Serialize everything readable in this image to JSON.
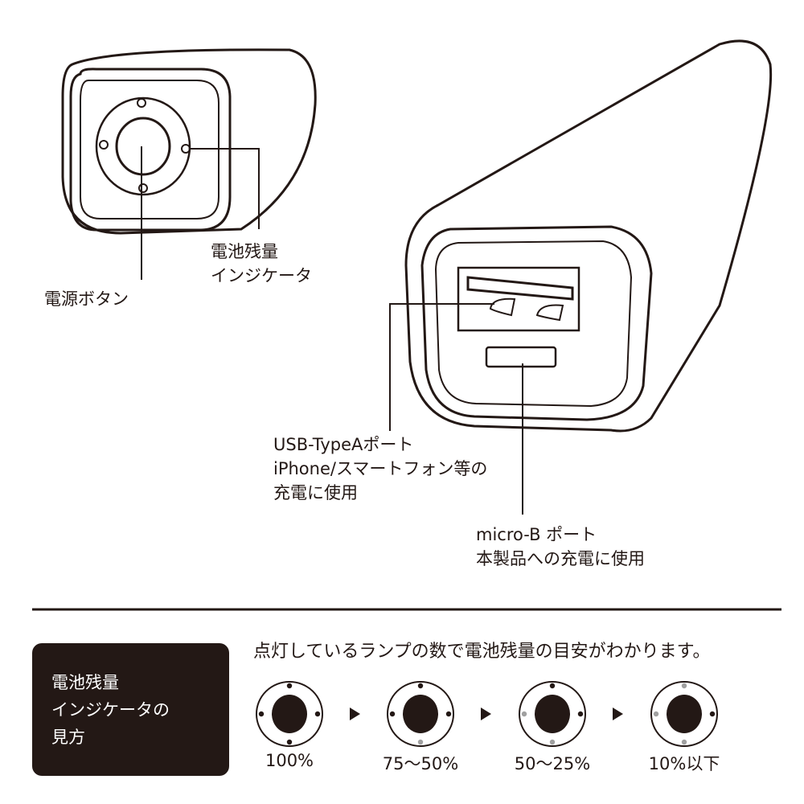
{
  "callouts": {
    "power_button": "電源ボタン",
    "battery_indicator": [
      "電池残量",
      "インジケータ"
    ],
    "usb_a": [
      "USB-TypeAポート",
      "iPhone/スマートフォン等の",
      "充電に使用"
    ],
    "micro_b": [
      "micro-B ポート",
      "本製品への充電に使用"
    ]
  },
  "guide": {
    "box_title": [
      "電池残量",
      "インジケータの",
      "見方"
    ],
    "heading": "点灯しているランプの数で電池残量の目安がわかります。",
    "levels": [
      {
        "label": "100%",
        "lamps": {
          "top": "on",
          "right": "on",
          "bottom": "on",
          "left": "on"
        }
      },
      {
        "label": "75〜50%",
        "lamps": {
          "top": "on",
          "right": "on",
          "bottom": "off",
          "left": "on"
        }
      },
      {
        "label": "50〜25%",
        "lamps": {
          "top": "on",
          "right": "on",
          "bottom": "off",
          "left": "off"
        }
      },
      {
        "label": "10%以下",
        "lamps": {
          "top": "off",
          "right": "on",
          "bottom": "off",
          "left": "off"
        }
      }
    ]
  },
  "colors": {
    "ink": "#231815",
    "lamp_on": "#231815",
    "lamp_off": "#a0a0a0"
  }
}
